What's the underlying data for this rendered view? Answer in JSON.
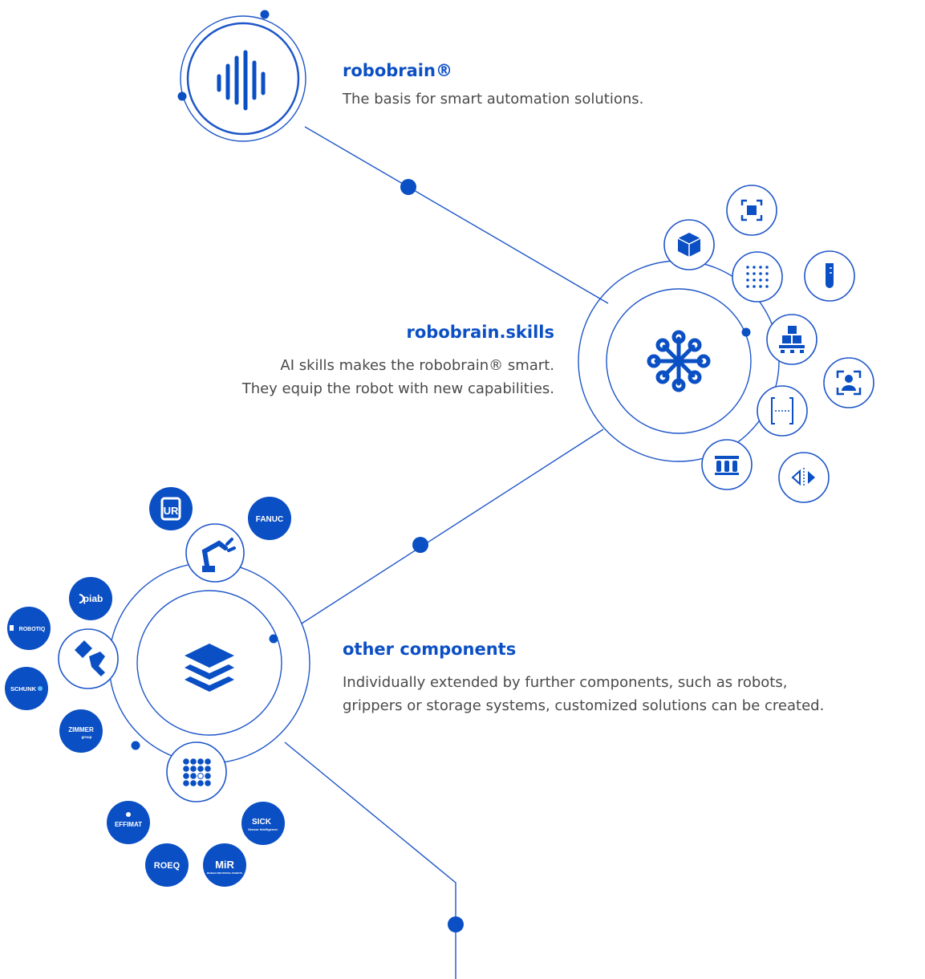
{
  "colors": {
    "accent": "#0b4fc4",
    "line": "#1e56c9",
    "text": "#4a4a4a",
    "background": "#ffffff"
  },
  "sections": {
    "robobrain": {
      "title": "robobrain®",
      "description": "The basis for smart automation solutions.",
      "icon": "audio-bars-icon"
    },
    "skills": {
      "title": "robobrain.skills",
      "description_line1": "AI skills makes the robobrain® smart.",
      "description_line2": "They equip the robot with new capabilities.",
      "icon": "neural-network-icon",
      "satellite_icons": [
        "qr-scan-icon",
        "cube-icon",
        "dot-grid-icon",
        "test-tube-icon",
        "pallet-boxes-icon",
        "face-scan-icon",
        "measure-icon",
        "test-tube-rack-icon",
        "mirror-icon"
      ]
    },
    "components": {
      "title": "other components",
      "description_line1": "Individually extended by further components, such as robots,",
      "description_line2": "grippers or storage systems, customized solutions can be created.",
      "icon": "layers-stack-icon",
      "satellite_icons": [
        "robot-arm-icon",
        "gripper-icon",
        "storage-grid-icon"
      ]
    }
  },
  "partner_logos": {
    "ur": "UR",
    "fanuc": "FANUC",
    "piab": "piab",
    "robotiq": "ROBOTIQ",
    "schunk": "SCHUNK",
    "zimmer": "ZIMMER",
    "zimmer_sub": "group",
    "effimat": "EFFIMAT",
    "sick": "SICK",
    "sick_sub": "Sensor Intelligence.",
    "roeq": "ROEQ",
    "mir": "MiR",
    "mir_sub": "MOBILE INDUSTRIAL ROBOTS"
  }
}
